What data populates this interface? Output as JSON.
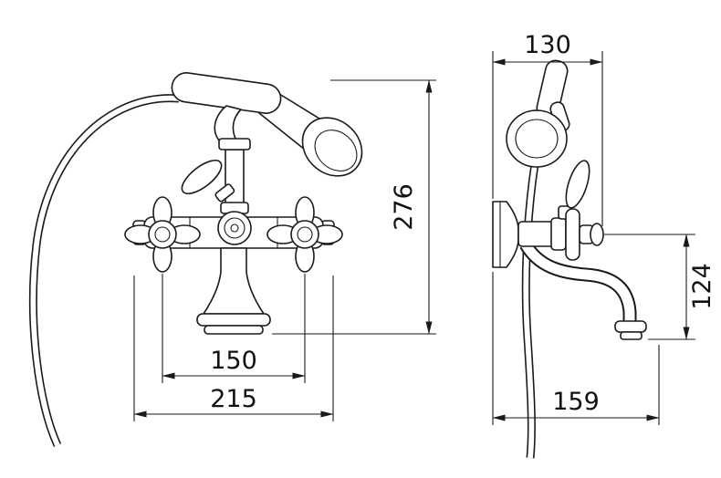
{
  "dimensions": {
    "front_overall_height": "276",
    "front_handle_spacing": "150",
    "front_overall_width": "215",
    "side_top_width": "130",
    "side_spout_drop": "124",
    "side_overall_depth": "159"
  },
  "colors": {
    "line": "#1a1a1a",
    "background": "#ffffff"
  }
}
